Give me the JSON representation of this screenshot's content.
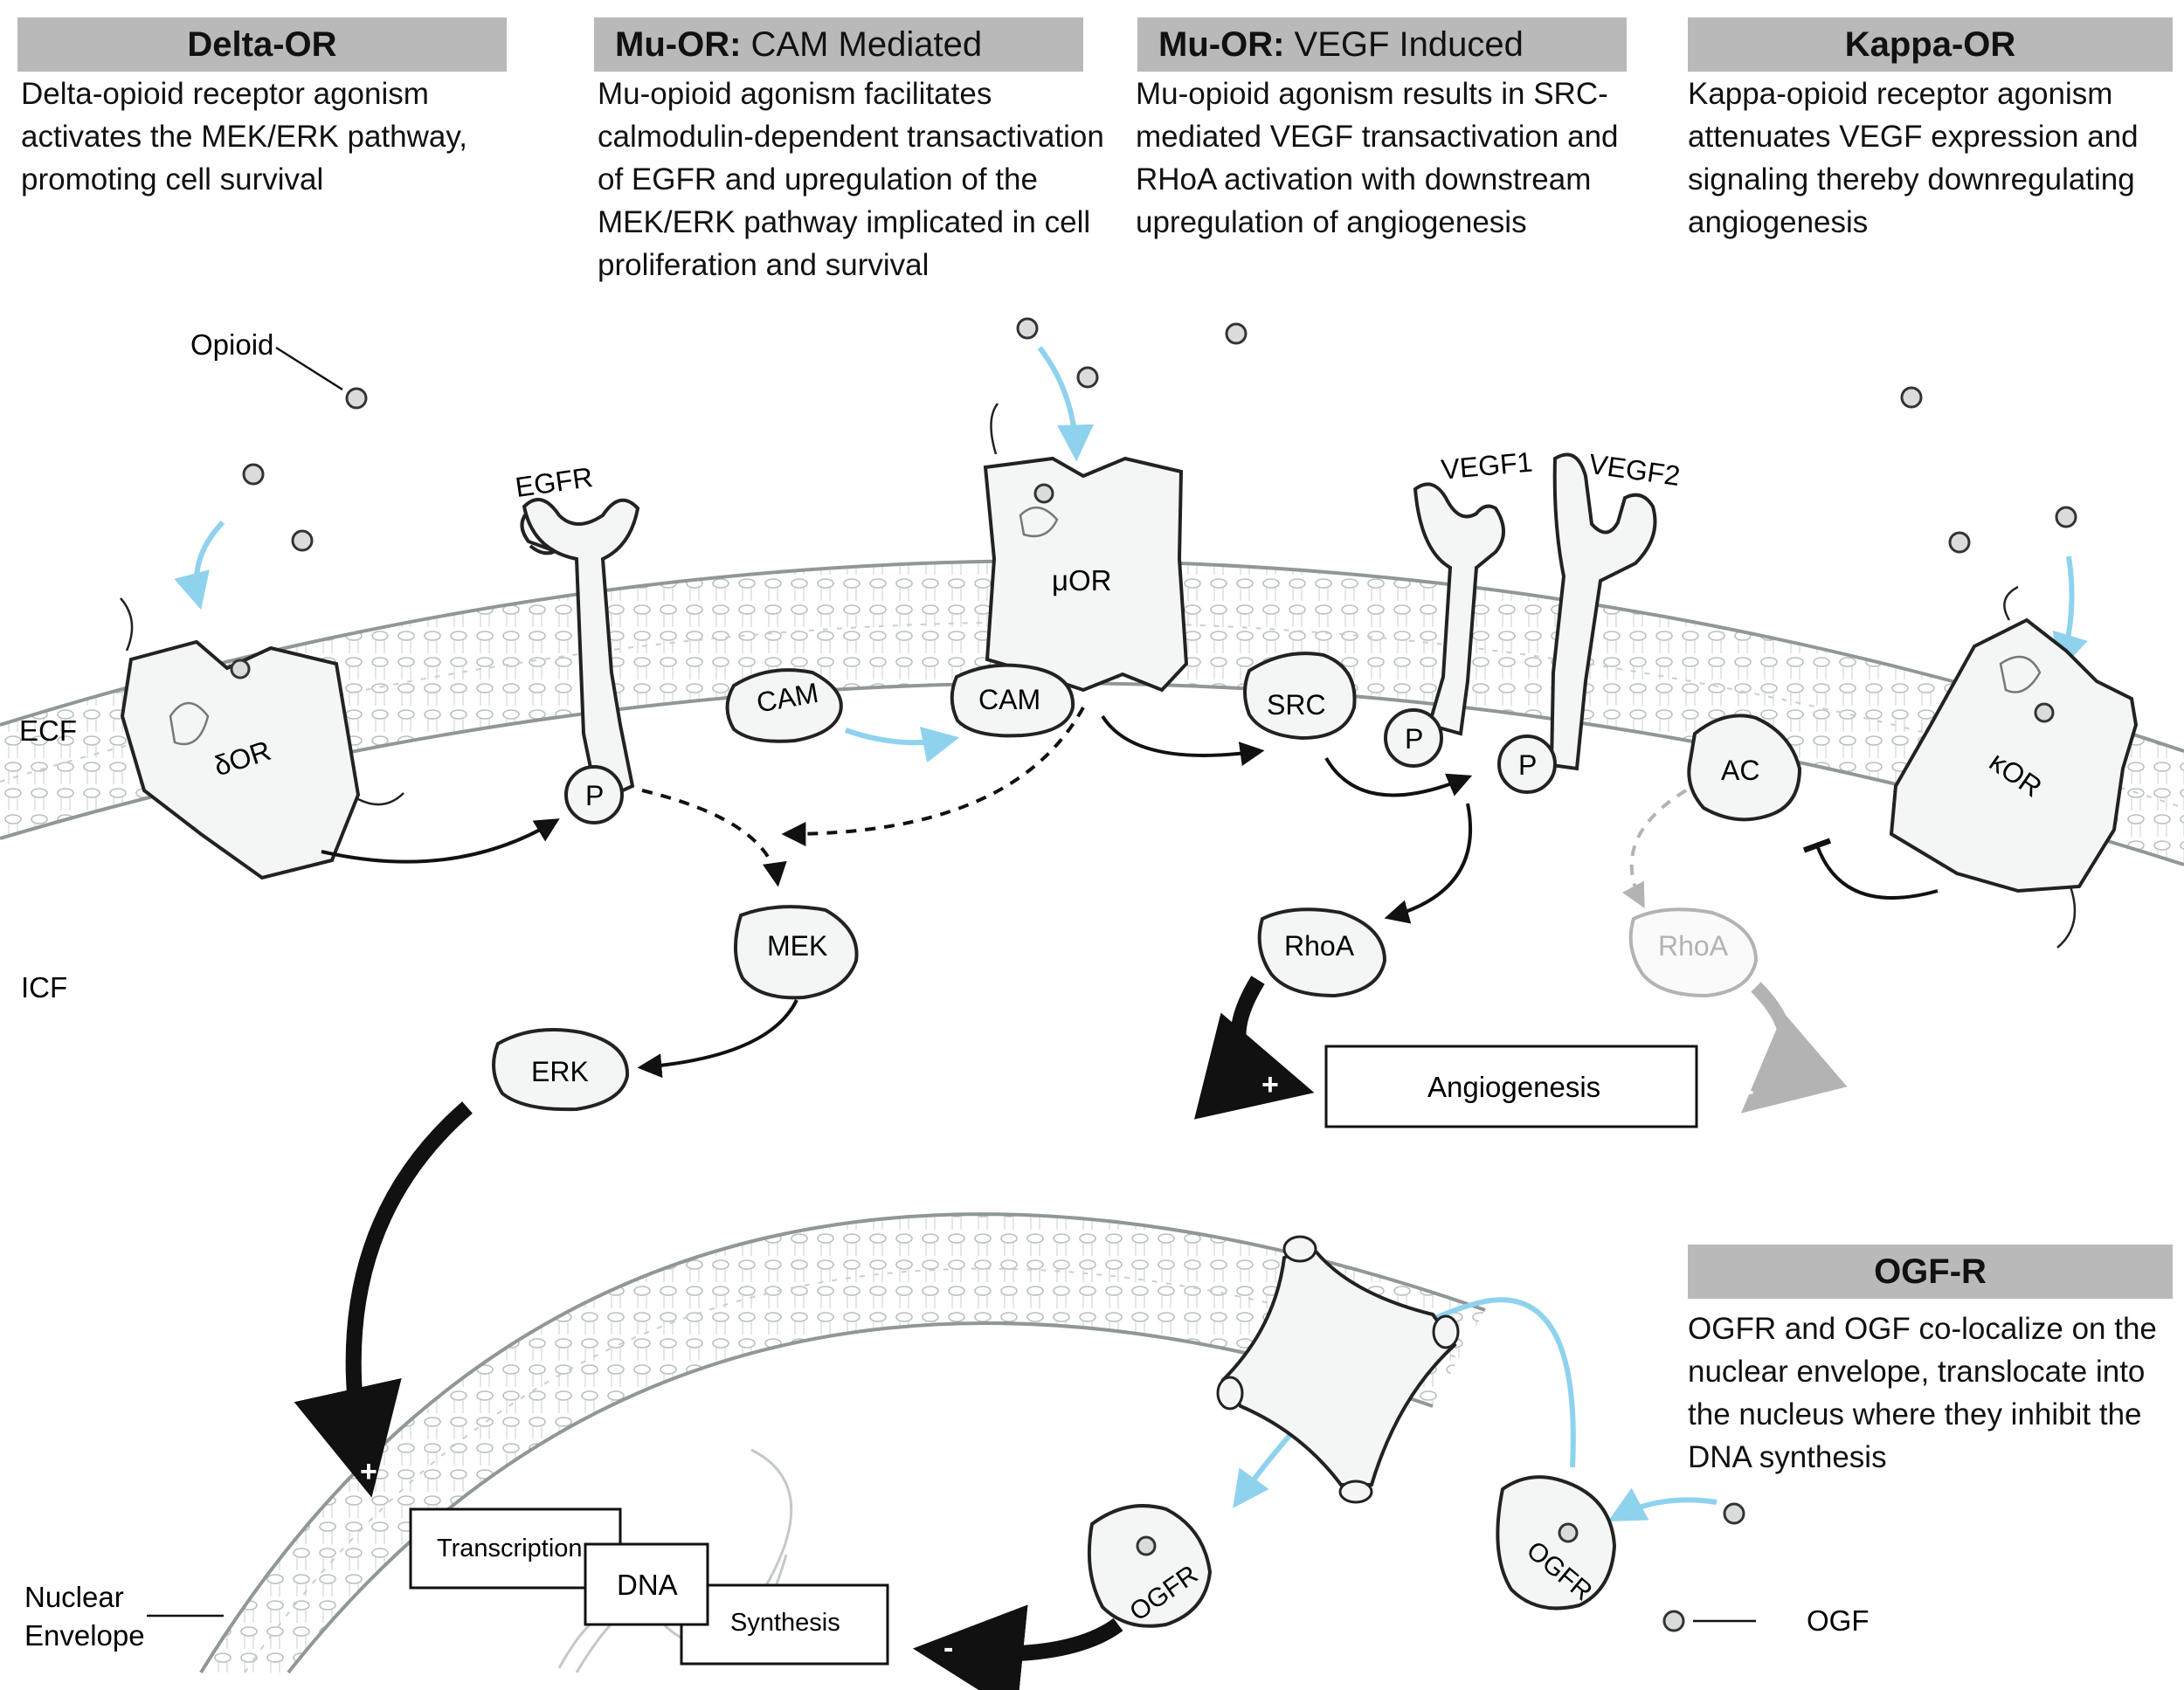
{
  "panels": {
    "delta": {
      "title": "Delta-OR",
      "lines": [
        "Delta-opioid receptor agonism",
        "activates the MEK/ERK pathway,",
        "promoting cell survival"
      ]
    },
    "mu_cam": {
      "title_bold": "Mu-OR:",
      "title_rest": " CAM Mediated",
      "lines": [
        "Mu-opioid agonism facilitates",
        "calmodulin-dependent transactivation",
        "of EGFR and upregulation of the",
        "MEK/ERK pathway implicated in cell",
        "proliferation and survival"
      ]
    },
    "mu_vegf": {
      "title_bold": "Mu-OR:",
      "title_rest": " VEGF Induced",
      "lines": [
        "Mu-opioid agonism results in SRC-",
        "mediated VEGF transactivation and",
        "RHoA activation with downstream",
        "upregulation of angiogenesis"
      ]
    },
    "kappa": {
      "title": "Kappa-OR",
      "lines": [
        "Kappa-opioid receptor agonism",
        "attenuates VEGF expression and",
        "signaling thereby downregulating",
        "angiogenesis"
      ]
    },
    "ogfr": {
      "title": "OGF-R",
      "lines": [
        "OGFR and OGF co-localize on the",
        "nuclear envelope, translocate into",
        "the nucleus where they inhibit the",
        "DNA synthesis"
      ]
    }
  },
  "labels": {
    "opioid": "Opioid",
    "ecf": "ECF",
    "icf": "ICF",
    "nuclear_1": "Nuclear",
    "nuclear_2": "Envelope",
    "ogf": "OGF",
    "egfr": "EGFR",
    "vegf1": "VEGF1",
    "vegf2": "VEGF2"
  },
  "nodes": {
    "delta_or": "δOR",
    "mu_or": "μOR",
    "kappa_or": "κOR",
    "cam_free": "CAM",
    "cam_bound": "CAM",
    "src": "SRC",
    "ac": "AC",
    "p_egfr": "P",
    "p_vegf1": "P",
    "p_vegf2": "P",
    "mek": "MEK",
    "erk": "ERK",
    "rhoa": "RhoA",
    "rhoa_faded": "RhoA",
    "ogfr_inner": "OGFR",
    "ogfr_outer": "OGFR"
  },
  "boxes": {
    "angiogenesis": "Angiogenesis",
    "transcription": "Transcription",
    "dna": "DNA",
    "synthesis": "Synthesis"
  },
  "signs": {
    "plus": "+",
    "minus": "-"
  },
  "colors": {
    "header_bg": "#b9b9b9",
    "arrow_blue": "#8fd2ee",
    "arrow_black": "#111111",
    "faded_gray": "#b3b3b3"
  }
}
